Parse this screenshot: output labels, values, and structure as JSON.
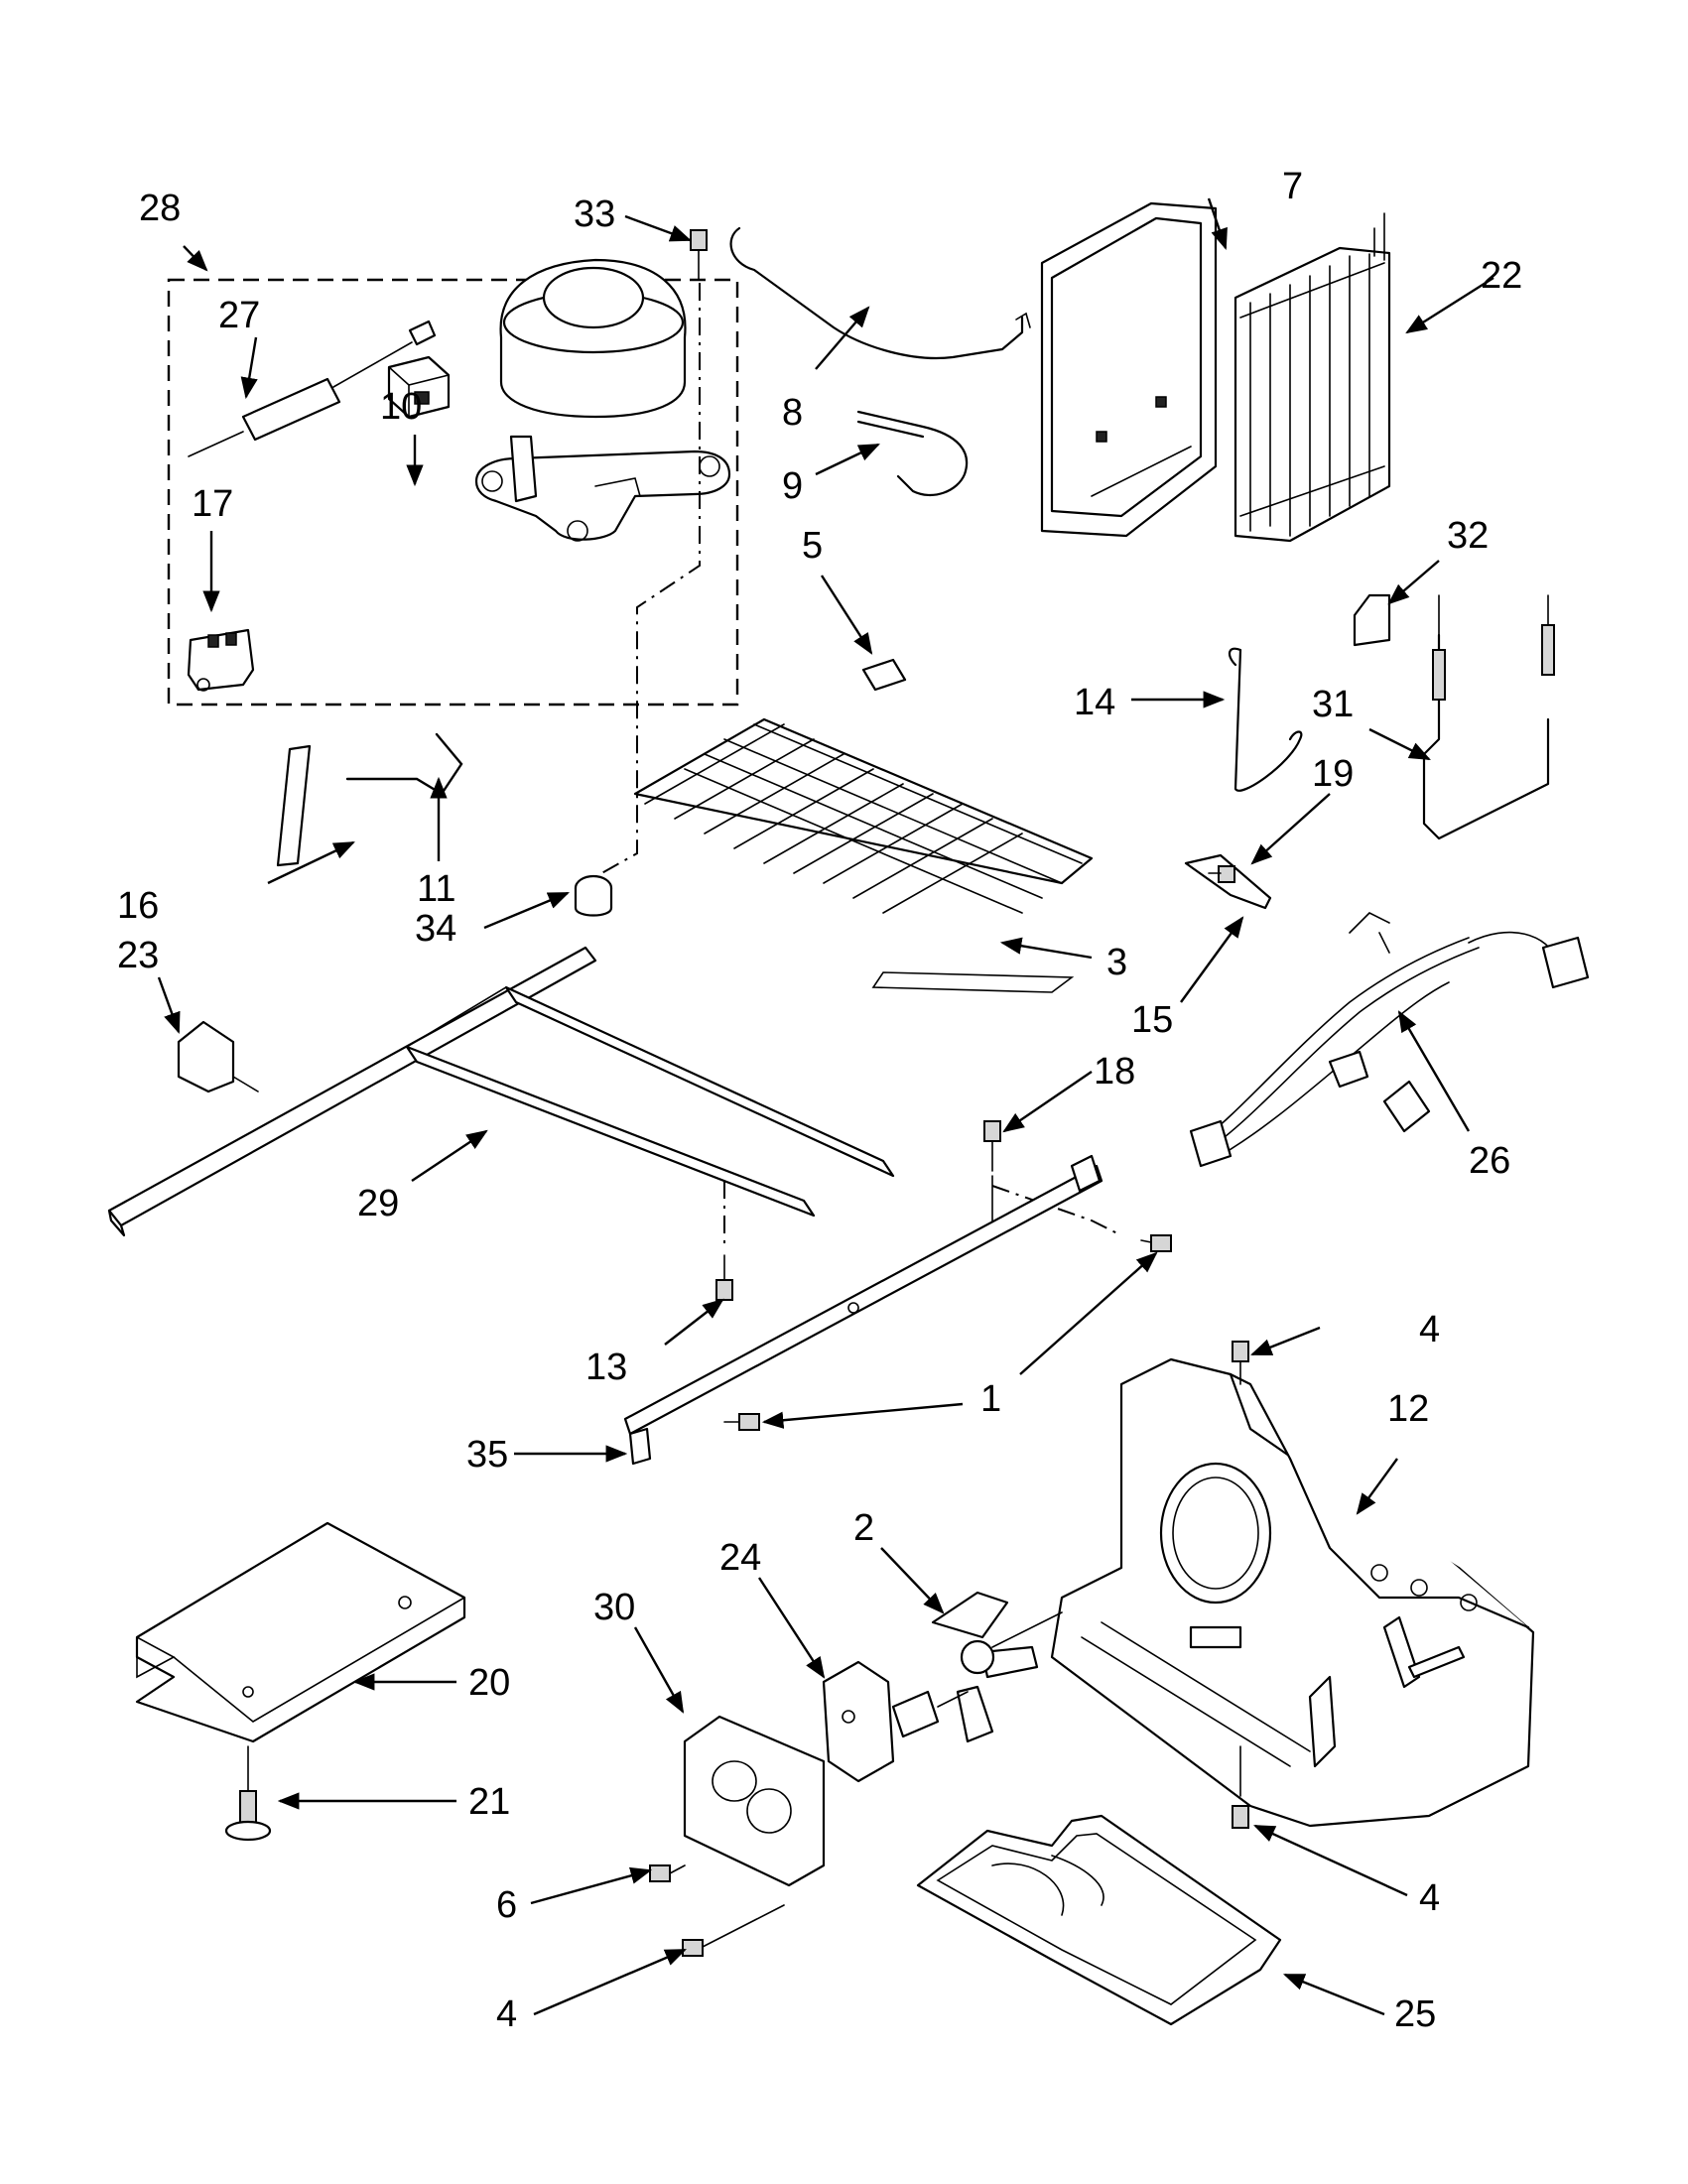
{
  "labels": {
    "l1": "1",
    "l2": "2",
    "l3": "3",
    "l4a": "4",
    "l4b": "4",
    "l4c": "4",
    "l5": "5",
    "l6": "6",
    "l7": "7",
    "l8": "8",
    "l9": "9",
    "l10": "10",
    "l11": "11",
    "l12": "12",
    "l13": "13",
    "l14": "14",
    "l15": "15",
    "l16": "16",
    "l17": "17",
    "l18": "18",
    "l19": "19",
    "l20": "20",
    "l21": "21",
    "l22": "22",
    "l23": "23",
    "l24": "24",
    "l25": "25",
    "l26": "26",
    "l27": "27",
    "l28": "28",
    "l29": "29",
    "l30": "30",
    "l31": "31",
    "l32": "32",
    "l33": "33",
    "l34": "34",
    "l35": "35"
  }
}
